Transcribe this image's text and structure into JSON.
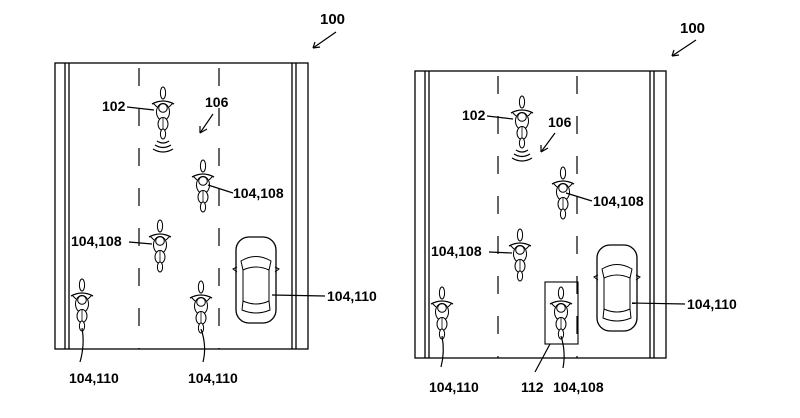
{
  "figures": [
    {
      "ref": "100",
      "labels": {
        "ego": "102",
        "signal": "106",
        "rider_a": "104,108",
        "rider_b": "104,108",
        "rider_c": "104,110",
        "rider_d": "104,110",
        "car": "104,110"
      }
    },
    {
      "ref": "100",
      "labels": {
        "ego": "102",
        "signal": "106",
        "rider_a": "104,108",
        "rider_b": "104,108",
        "rider_c": "104,110",
        "rider_d": "104,108",
        "car": "104,110",
        "box": "112"
      }
    }
  ]
}
